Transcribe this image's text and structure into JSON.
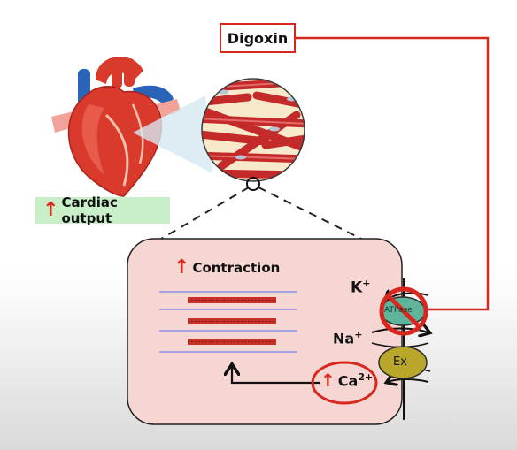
{
  "labels": {
    "drug": "Digoxin",
    "cardiac_output": "Cardiac output",
    "contraction": "Contraction",
    "potassium": "K",
    "potassium_charge": "+",
    "sodium": "Na",
    "sodium_charge": "+",
    "calcium": "Ca",
    "calcium_charge": "2+",
    "pump": "ATPase",
    "exchanger": "Ex"
  },
  "icons": {
    "increase": "up-arrow",
    "inhibition": "prohibition-sign"
  },
  "colors": {
    "accent_red": "#d8271e",
    "cell_fill": "#f6d6d2",
    "highlight_green": "#c9efc9",
    "exchanger_olive": "#b9a72c",
    "pump_green": "#5fb59b",
    "muscle_red": "#c42a2a",
    "heart_red": "#d93a2b",
    "vessel_blue": "#2a64b8"
  }
}
